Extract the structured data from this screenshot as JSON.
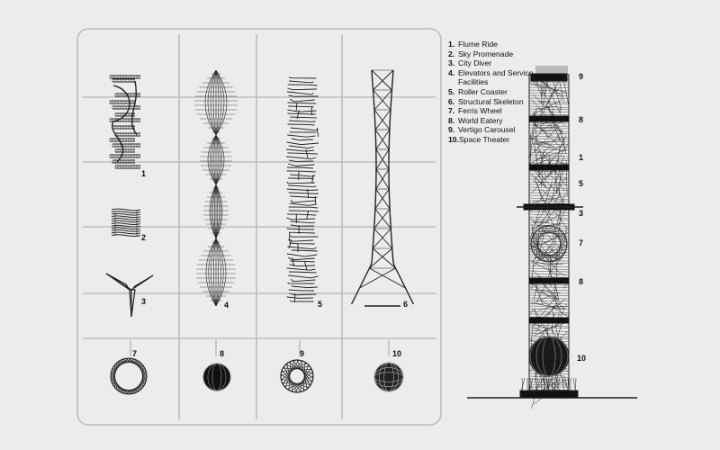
{
  "legend": [
    {
      "num": "1.",
      "label": "Flume Ride"
    },
    {
      "num": "2.",
      "label": "Sky Promenade"
    },
    {
      "num": "3.",
      "label": "City Diver"
    },
    {
      "num": "4.",
      "label": "Elevators and Service Facilities"
    },
    {
      "num": "5.",
      "label": "Roller Coaster"
    },
    {
      "num": "6.",
      "label": "Structural Skeleton"
    },
    {
      "num": "7.",
      "label": "Ferris Wheel"
    },
    {
      "num": "8.",
      "label": "World Eatery"
    },
    {
      "num": "9.",
      "label": "Vertigo Carousel"
    },
    {
      "num": "10.",
      "label": "Space Theater"
    }
  ],
  "panel_labels": {
    "flume": "1",
    "promenade": "2",
    "diver": "3",
    "elevators": "4",
    "coaster": "5",
    "skeleton": "6",
    "ferris": "7",
    "eatery": "8",
    "carousel": "9",
    "theater": "10"
  },
  "tower_labels": {
    "carousel": "9",
    "eatery_upper": "8",
    "flume": "1",
    "coaster": "5",
    "diver": "3",
    "ferris": "7",
    "eatery_lower": "8",
    "theater": "10"
  },
  "colors": {
    "background": "#ececec",
    "ink": "#111111",
    "frame": "#bdbdbd"
  }
}
